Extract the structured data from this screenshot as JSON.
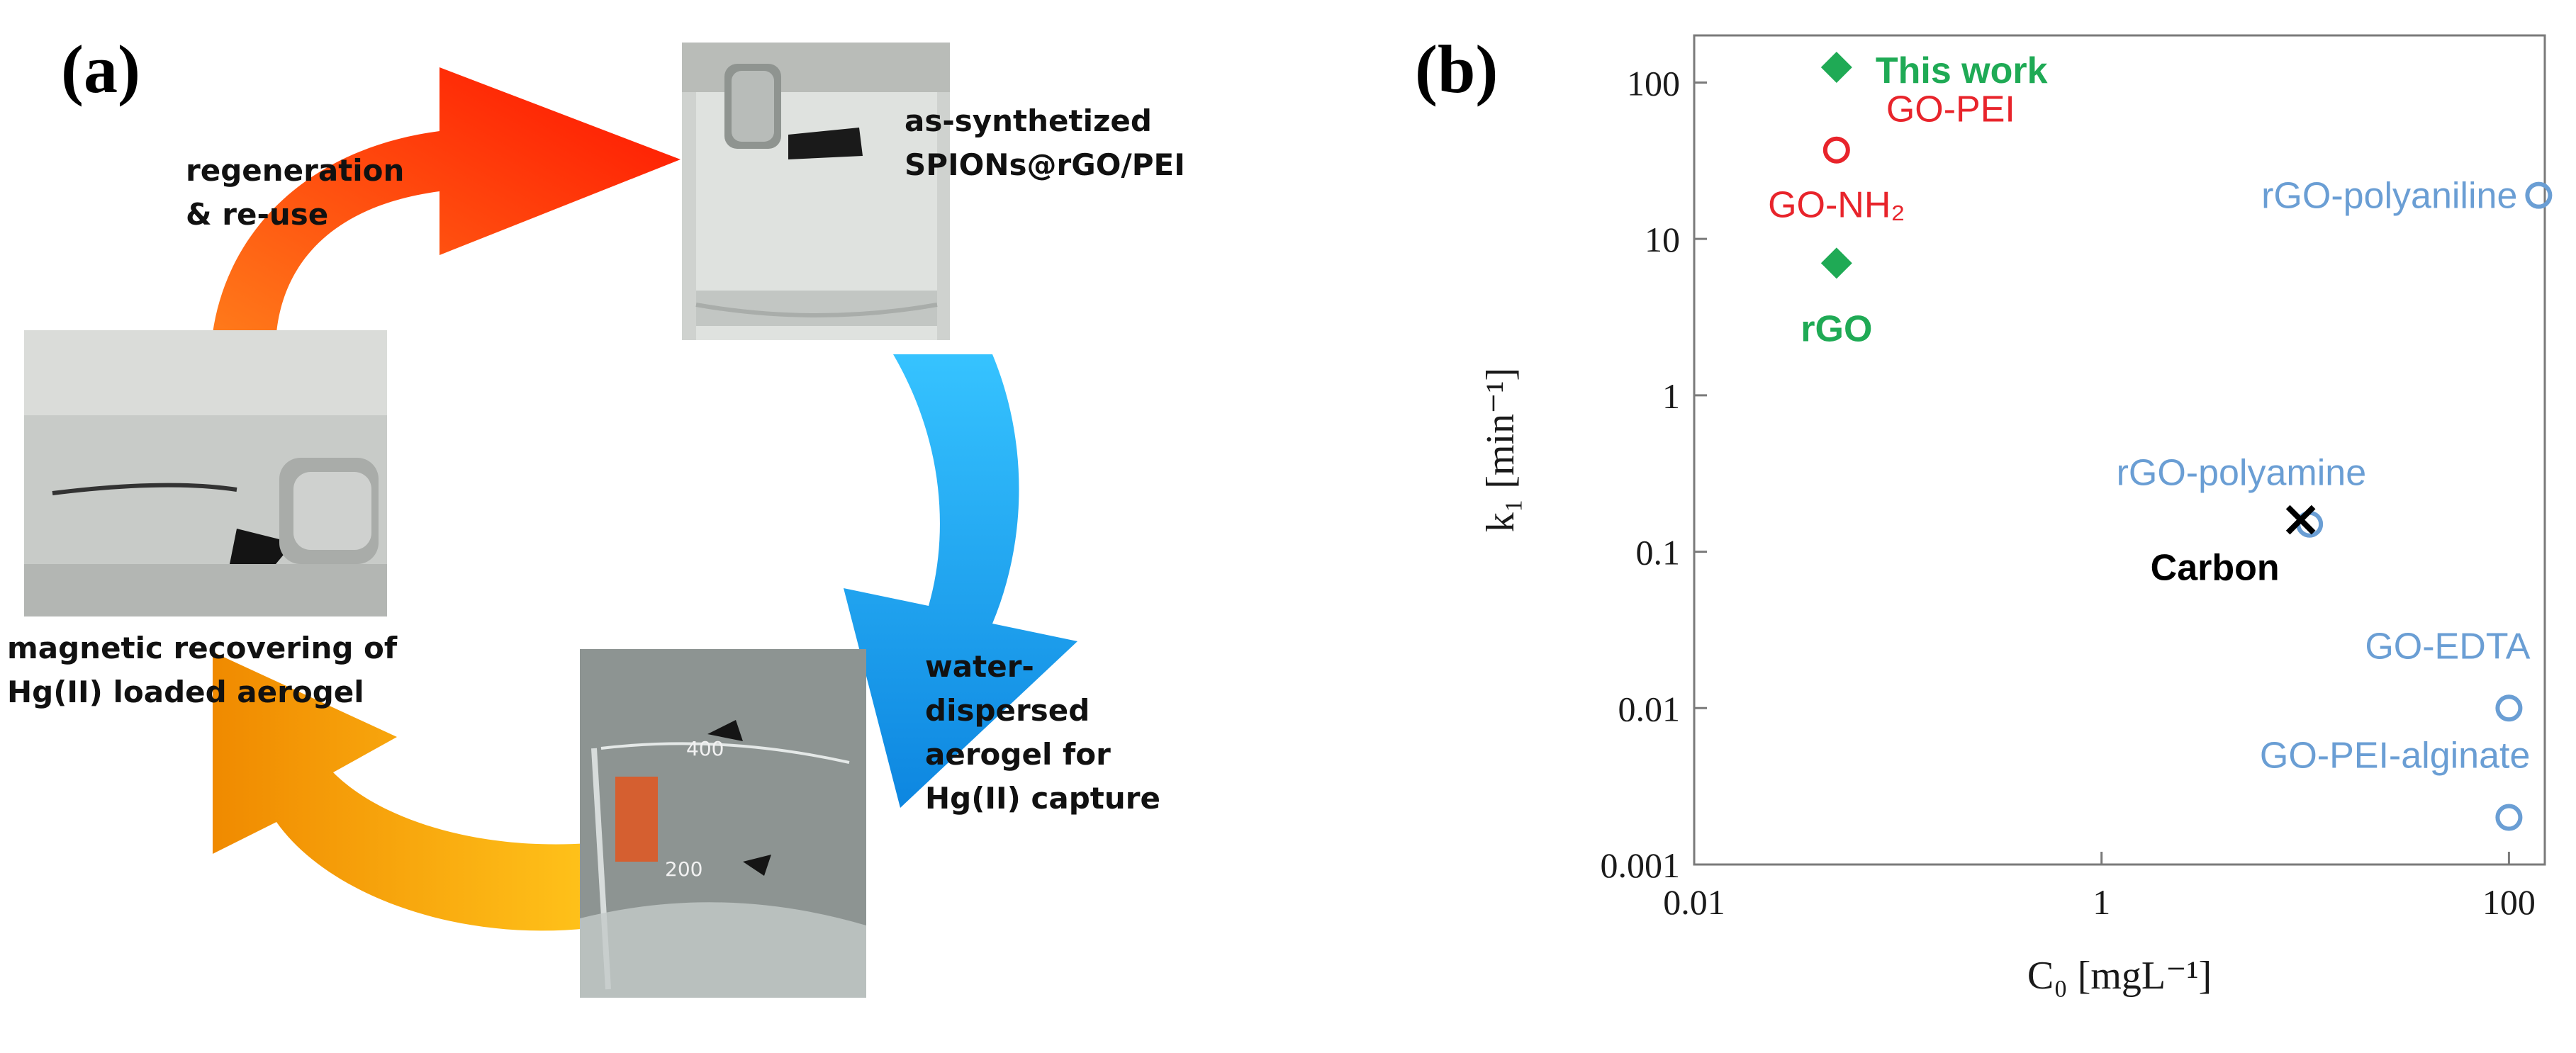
{
  "panel_a": {
    "label": "(a)",
    "captions": {
      "regeneration": "regeneration\n& re-use",
      "synthesized": "as-synthetized\nSPIONs@rGO/PEI",
      "dispersed": "water-\ndispersed\naerogel for\nHg(II) capture",
      "recovering": "magnetic recovering of\nHg(II) loaded aerogel"
    },
    "arrow_colors": {
      "top": "#ff1a00",
      "right": "#1aa8f0",
      "bottom": "#f7a800"
    },
    "beaker_marks": [
      "400",
      "200"
    ]
  },
  "panel_b": {
    "label": "(b)"
  },
  "chart_data": {
    "type": "scatter",
    "x_scale": "log",
    "y_scale": "log",
    "xlim": [
      0.01,
      150
    ],
    "ylim": [
      0.001,
      200
    ],
    "x_ticks": [
      0.01,
      1,
      100
    ],
    "x_tick_labels": [
      "0.01",
      "1",
      "100"
    ],
    "y_ticks": [
      0.001,
      0.01,
      0.1,
      1,
      10,
      100
    ],
    "y_tick_labels": [
      "0.001",
      "0.01",
      "0.1",
      "1",
      "10",
      "100"
    ],
    "xlabel": "C₀ [mgL⁻¹]",
    "ylabel": "k₁ [min⁻¹]",
    "grid": false,
    "points": [
      {
        "label": "This work",
        "x": 0.05,
        "y": 125,
        "marker": "diamond-filled",
        "color": "#1faa55",
        "bold": true
      },
      {
        "label": "GO-PEI",
        "x": 0.05,
        "y": 37,
        "marker": "circle-open",
        "color": "#e8242b",
        "bold": false
      },
      {
        "label": "GO-NH₂",
        "x": 0.05,
        "y": 37,
        "marker": "none",
        "color": "#e8242b",
        "bold": false
      },
      {
        "label": "rGO",
        "x": 0.05,
        "y": 7,
        "marker": "diamond-filled",
        "color": "#1faa55",
        "bold": true
      },
      {
        "label": "rGO-polyaniline",
        "x": 140,
        "y": 19,
        "marker": "circle-open",
        "color": "#6a9ed4",
        "bold": false
      },
      {
        "label": "rGO-polyamine",
        "x": 10.5,
        "y": 0.15,
        "marker": "circle-open",
        "color": "#6a9ed4",
        "bold": false
      },
      {
        "label": "Carbon",
        "x": 9.5,
        "y": 0.16,
        "marker": "cross",
        "color": "#000000",
        "bold": true
      },
      {
        "label": "GO-EDTA",
        "x": 100,
        "y": 0.01,
        "marker": "circle-open",
        "color": "#6a9ed4",
        "bold": false
      },
      {
        "label": "GO-PEI-alginate",
        "x": 100,
        "y": 0.002,
        "marker": "circle-open",
        "color": "#6a9ed4",
        "bold": false
      }
    ]
  }
}
